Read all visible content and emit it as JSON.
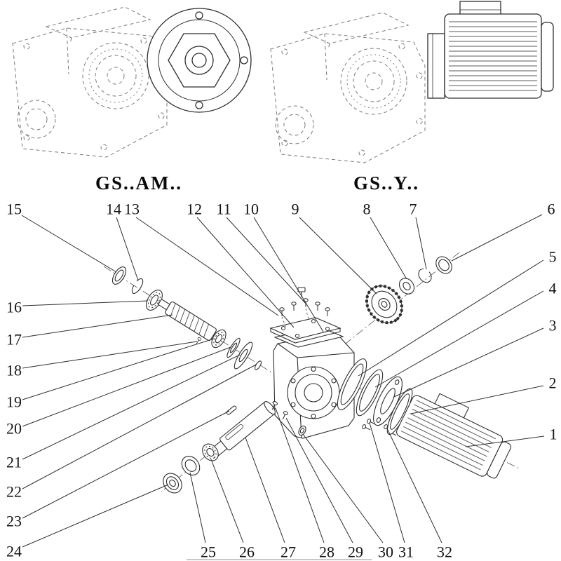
{
  "diagram": {
    "variant_labels": [
      {
        "label": "GS..AM.."
      },
      {
        "label": "GS..Y.."
      }
    ],
    "style": {
      "background": "#ffffff",
      "line_color": "#2e2e2e",
      "dashed_line_color": "#777777",
      "text_color": "#141414"
    },
    "callouts": [
      {
        "number": "1",
        "label": [
          789,
          619
        ],
        "line": [
          776,
          622,
          664,
          637
        ]
      },
      {
        "number": "2",
        "label": [
          788,
          546
        ],
        "line": [
          775,
          550,
          586,
          590
        ]
      },
      {
        "number": "3",
        "label": [
          788,
          464
        ],
        "line": [
          775,
          468,
          562,
          566
        ]
      },
      {
        "number": "4",
        "label": [
          788,
          411
        ],
        "line": [
          775,
          415,
          535,
          552
        ]
      },
      {
        "number": "5",
        "label": [
          788,
          366
        ],
        "line": [
          775,
          371,
          511,
          536
        ]
      },
      {
        "number": "6",
        "label": [
          786,
          298
        ],
        "line": [
          773,
          306,
          644,
          372
        ]
      },
      {
        "number": "7",
        "label": [
          589,
          298
        ],
        "line": [
          593,
          310,
          608,
          384
        ]
      },
      {
        "number": "8",
        "label": [
          523,
          298
        ],
        "line": [
          528,
          310,
          580,
          398
        ]
      },
      {
        "number": "9",
        "label": [
          421,
          298
        ],
        "line": [
          427,
          310,
          537,
          419
        ]
      },
      {
        "number": "10",
        "label": [
          358,
          298
        ],
        "line": [
          362,
          310,
          461,
          473
        ]
      },
      {
        "number": "11",
        "label": [
          319,
          298
        ],
        "line": [
          323,
          310,
          437,
          434
        ]
      },
      {
        "number": "12",
        "label": [
          277,
          298
        ],
        "line": [
          281,
          310,
          419,
          467
        ]
      },
      {
        "number": "13",
        "label": [
          188,
          298
        ],
        "line": [
          194,
          310,
          397,
          450
        ]
      },
      {
        "number": "14",
        "label": [
          162,
          298
        ],
        "line": [
          166,
          310,
          197,
          400
        ]
      },
      {
        "number": "15",
        "label": [
          20,
          298
        ],
        "line": [
          31,
          307,
          166,
          388
        ]
      },
      {
        "number": "16",
        "label": [
          20,
          438
        ],
        "line": [
          32,
          436,
          211,
          429
        ]
      },
      {
        "number": "17",
        "label": [
          20,
          484
        ],
        "line": [
          32,
          481,
          246,
          449
        ]
      },
      {
        "number": "18",
        "label": [
          20,
          528
        ],
        "line": [
          32,
          525,
          281,
          487
        ]
      },
      {
        "number": "19",
        "label": [
          20,
          573
        ],
        "line": [
          32,
          570,
          305,
          483
        ]
      },
      {
        "number": "20",
        "label": [
          20,
          611
        ],
        "line": [
          32,
          608,
          329,
          495
        ]
      },
      {
        "number": "21",
        "label": [
          20,
          659
        ],
        "line": [
          32,
          655,
          342,
          506
        ]
      },
      {
        "number": "22",
        "label": [
          20,
          701
        ],
        "line": [
          32,
          697,
          365,
          520
        ]
      },
      {
        "number": "23",
        "label": [
          20,
          743
        ],
        "line": [
          32,
          739,
          327,
          586
        ]
      },
      {
        "number": "24",
        "label": [
          20,
          786
        ],
        "line": [
          32,
          780,
          240,
          691
        ]
      },
      {
        "number": "25",
        "label": [
          297,
          787
        ],
        "line": [
          293,
          774,
          271,
          674
        ]
      },
      {
        "number": "26",
        "label": [
          352,
          787
        ],
        "line": [
          347,
          774,
          301,
          655
        ]
      },
      {
        "number": "27",
        "label": [
          411,
          787
        ],
        "line": [
          406,
          774,
          350,
          624
        ]
      },
      {
        "number": "28",
        "label": [
          466,
          787
        ],
        "line": [
          462,
          774,
          393,
          582
        ]
      },
      {
        "number": "29",
        "label": [
          507,
          787
        ],
        "line": [
          503,
          774,
          408,
          596
        ]
      },
      {
        "number": "30",
        "label": [
          550,
          787
        ],
        "line": [
          546,
          774,
          432,
          619
        ]
      },
      {
        "number": "31",
        "label": [
          579,
          787
        ],
        "line": [
          577,
          774,
          527,
          603
        ]
      },
      {
        "number": "32",
        "label": [
          634,
          787
        ],
        "line": [
          630,
          774,
          552,
          611
        ]
      }
    ]
  }
}
